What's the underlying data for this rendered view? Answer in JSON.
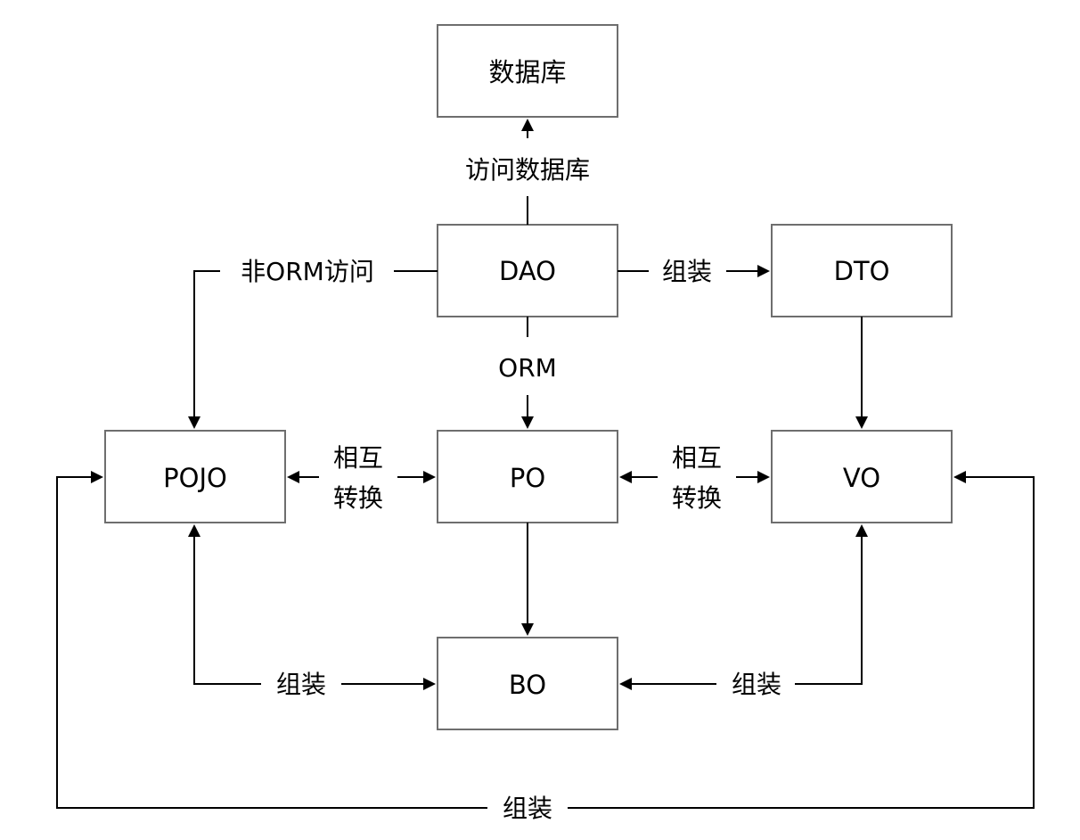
{
  "nodes": {
    "database": "数据库",
    "dao": "DAO",
    "dto": "DTO",
    "pojo": "POJO",
    "po": "PO",
    "vo": "VO",
    "bo": "BO"
  },
  "edges": {
    "dao_to_database": "访问数据库",
    "dao_to_pojo": "非ORM访问",
    "dao_to_dto": "组装",
    "dao_to_po": "ORM",
    "pojo_po_line1": "相互",
    "pojo_po_line2": "转换",
    "po_vo_line1": "相互",
    "po_vo_line2": "转换",
    "pojo_to_bo": "组装",
    "vo_to_bo": "组装",
    "pojo_vo_bottom": "组装"
  },
  "colors": {
    "box_stroke": "#6e6e6e",
    "line": "#000000",
    "text": "#000000",
    "background": "#ffffff"
  }
}
